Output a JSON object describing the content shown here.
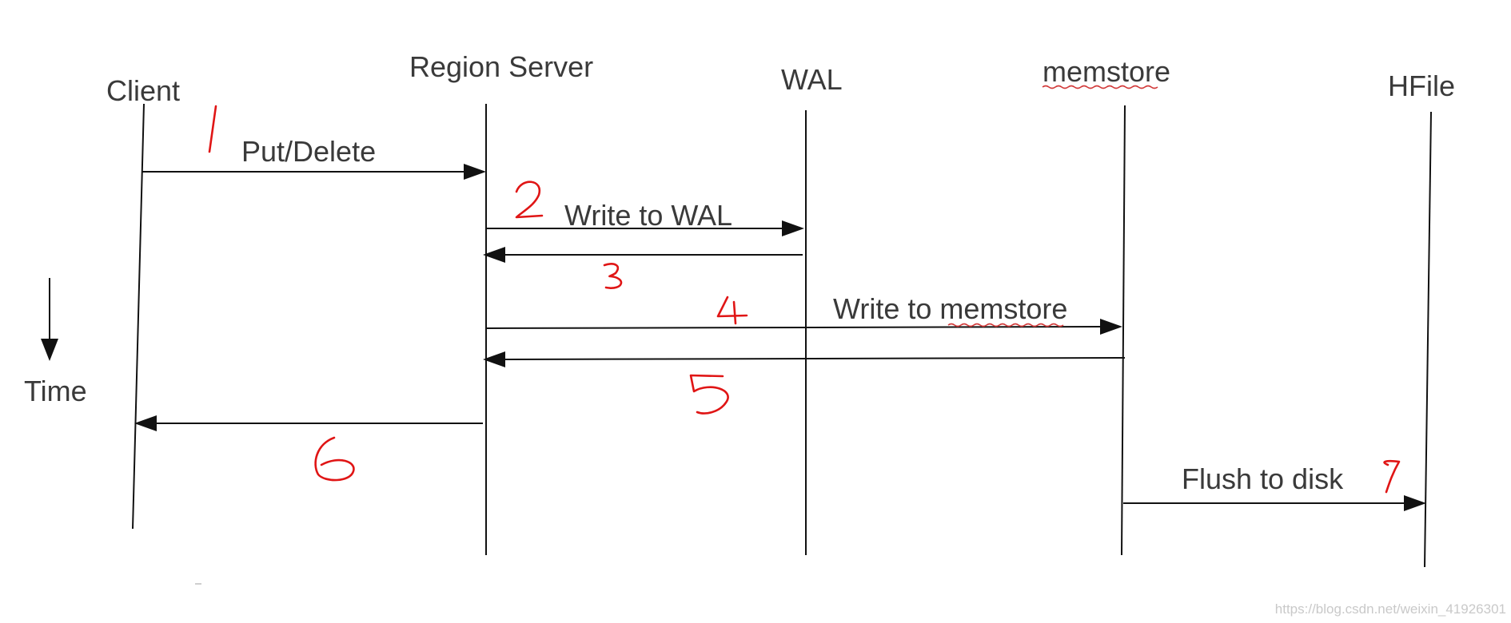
{
  "participants": {
    "client": "Client",
    "region_server": "Region Server",
    "wal": "WAL",
    "memstore": "memstore",
    "hfile": "HFile"
  },
  "messages": {
    "put_delete": "Put/Delete",
    "write_to_wal": "Write to WAL",
    "write_to_memstore": "Write to memstore",
    "flush_to_disk": "Flush to disk"
  },
  "time_axis": {
    "label": "Time"
  },
  "step_numbers": [
    "1",
    "2",
    "3",
    "4",
    "5",
    "6",
    "7"
  ],
  "watermark": "https://blog.csdn.net/weixin_41926301",
  "colors": {
    "line": "#111111",
    "text": "#3a3a3a",
    "annotation": "#e01515",
    "watermark": "#c9c9c9"
  }
}
